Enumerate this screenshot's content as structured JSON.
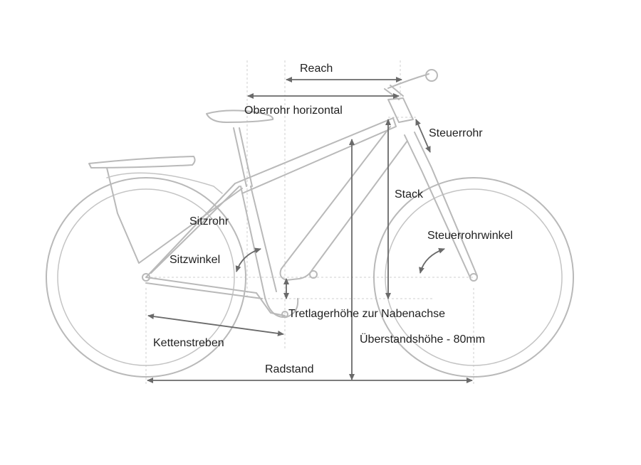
{
  "diagram": {
    "labels": {
      "reach": "Reach",
      "top_tube": "Oberrohr horizontal",
      "head_tube": "Steuerrohr",
      "stack": "Stack",
      "seat_tube": "Sitzrohr",
      "head_angle": "Steuerrohrwinkel",
      "seat_angle": "Sitzwinkel",
      "bb_height": "Tretlagerhöhe zur Nabenachse",
      "standover": "Überstandshöhe - 80mm",
      "chainstay": "Kettenstreben",
      "wheelbase": "Radstand"
    },
    "colors": {
      "frame": "#b9b9b9",
      "dimension": "#6a6a6a",
      "guide": "#cfcfcf",
      "text": "#1f1f1f"
    }
  }
}
